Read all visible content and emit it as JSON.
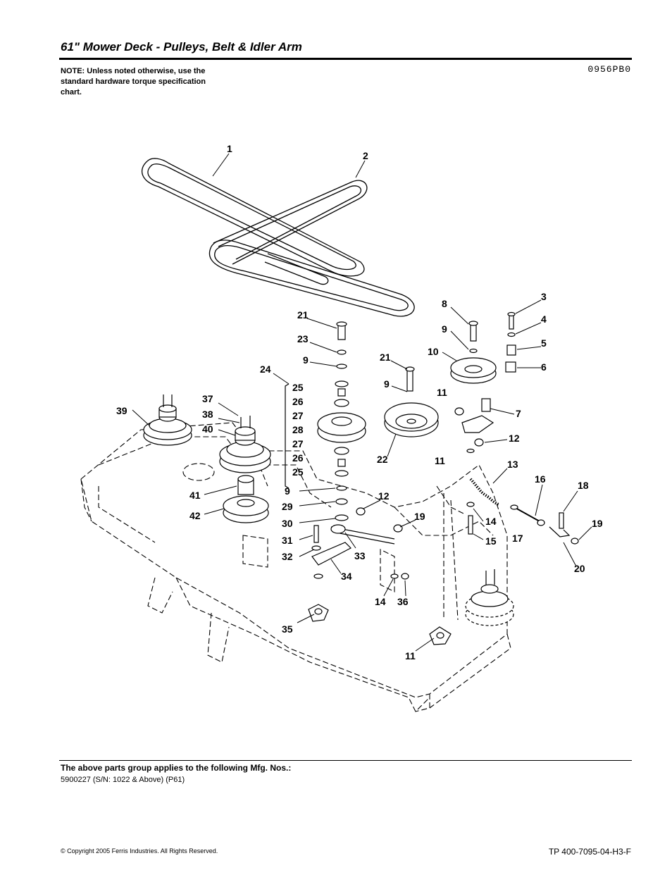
{
  "header": {
    "title": "61\" Mower Deck - Pulleys, Belt & Idler Arm",
    "note": "NOTE: Unless noted otherwise, use the standard hardware torque specification chart.",
    "diagram_code": "0956PB0"
  },
  "callouts": [
    "1",
    "2",
    "3",
    "4",
    "5",
    "6",
    "7",
    "8",
    "9",
    "9",
    "9",
    "9",
    "10",
    "11",
    "11",
    "11",
    "11",
    "12",
    "12",
    "13",
    "14",
    "14",
    "15",
    "16",
    "17",
    "18",
    "19",
    "19",
    "20",
    "21",
    "21",
    "22",
    "23",
    "24",
    "25",
    "25",
    "26",
    "26",
    "27",
    "27",
    "28",
    "29",
    "30",
    "31",
    "32",
    "33",
    "34",
    "35",
    "36",
    "37",
    "38",
    "39",
    "40",
    "41",
    "42"
  ],
  "footer": {
    "applies_heading": "The above parts group applies to the following Mfg. Nos.:",
    "mfg_numbers": "5900227 (S/N: 1022 & Above) (P61)",
    "copyright": "© Copyright  2005 Ferris Industries. All Rights Reserved.",
    "doc_number": "TP 400-7095-04-H3-F"
  }
}
